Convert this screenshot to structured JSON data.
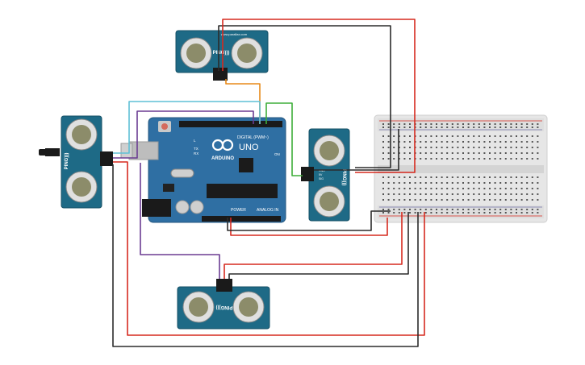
{
  "arduino": {
    "brand": "ARDUINO",
    "model": "UNO",
    "digital_label": "DIGITAL (PWM~)",
    "power_label": "POWER",
    "analog_label": "ANALOG IN",
    "on_label": "ON",
    "tx_label": "TX",
    "rx_label": "RX",
    "l_label": "L"
  },
  "sensors": {
    "top": {
      "label": "PING)))",
      "site": "www.parallax.com"
    },
    "right": {
      "label": "PING)))",
      "pins": [
        "GND",
        "5V",
        "SIG"
      ]
    },
    "left": {
      "label": "PING)))"
    },
    "bottom": {
      "label": "PING)))"
    }
  },
  "colors": {
    "board": "#2f6fa3",
    "board_dark": "#1d4f7a",
    "sensor": "#1e6a86",
    "wire_red": "#d62a1f",
    "wire_black": "#2b2b2b",
    "wire_orange": "#e88a1a",
    "wire_green": "#3fae3a",
    "wire_cyan": "#5fc0d6",
    "wire_purple": "#6b3c92",
    "breadboard": "#e9e9e9"
  }
}
